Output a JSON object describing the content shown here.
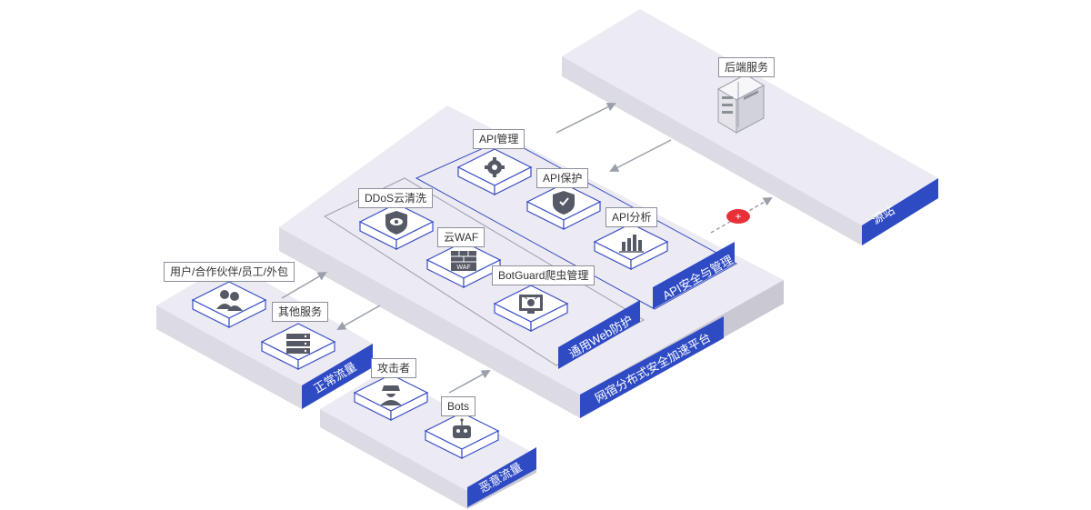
{
  "colors": {
    "accent": "#2f4bc4",
    "block_fill": "#e9e9f0",
    "tile_fill": "#ffffff",
    "icon_fill": "#555a66",
    "block_label": "#2f4bc4",
    "blocked_marker": "#e8303a"
  },
  "blocks": {
    "origin": {
      "label": "源站"
    },
    "platform": {
      "label": "网宿分布式安全加速平台"
    },
    "web_protection": {
      "label": "通用Web防护"
    },
    "api_security": {
      "label": "API安全与管理"
    },
    "normal_traffic": {
      "label": "正常流量"
    },
    "malicious_traffic": {
      "label": "恶意流量"
    }
  },
  "nodes": {
    "backend_service": {
      "label": "后端服务",
      "icon": "server-icon"
    },
    "api_management": {
      "label": "API管理",
      "icon": "gear-icon"
    },
    "api_protection": {
      "label": "API保护",
      "icon": "shield-check-icon"
    },
    "api_analysis": {
      "label": "API分析",
      "icon": "bar-chart-icon"
    },
    "ddos_cleaning": {
      "label": "DDoS云清洗",
      "icon": "shield-eye-icon"
    },
    "cloud_waf": {
      "label": "云WAF",
      "icon": "waf-wall-icon"
    },
    "botguard": {
      "label": "BotGuard爬虫管理",
      "icon": "monitor-bug-icon"
    },
    "users": {
      "label": "用户/合作伙伴/员工/外包",
      "icon": "users-icon"
    },
    "other_services": {
      "label": "其他服务",
      "icon": "server-rack-icon"
    },
    "attacker": {
      "label": "攻击者",
      "icon": "hacker-icon"
    },
    "bots": {
      "label": "Bots",
      "icon": "robot-icon"
    }
  },
  "blocked_marker": {
    "symbol": "+"
  }
}
